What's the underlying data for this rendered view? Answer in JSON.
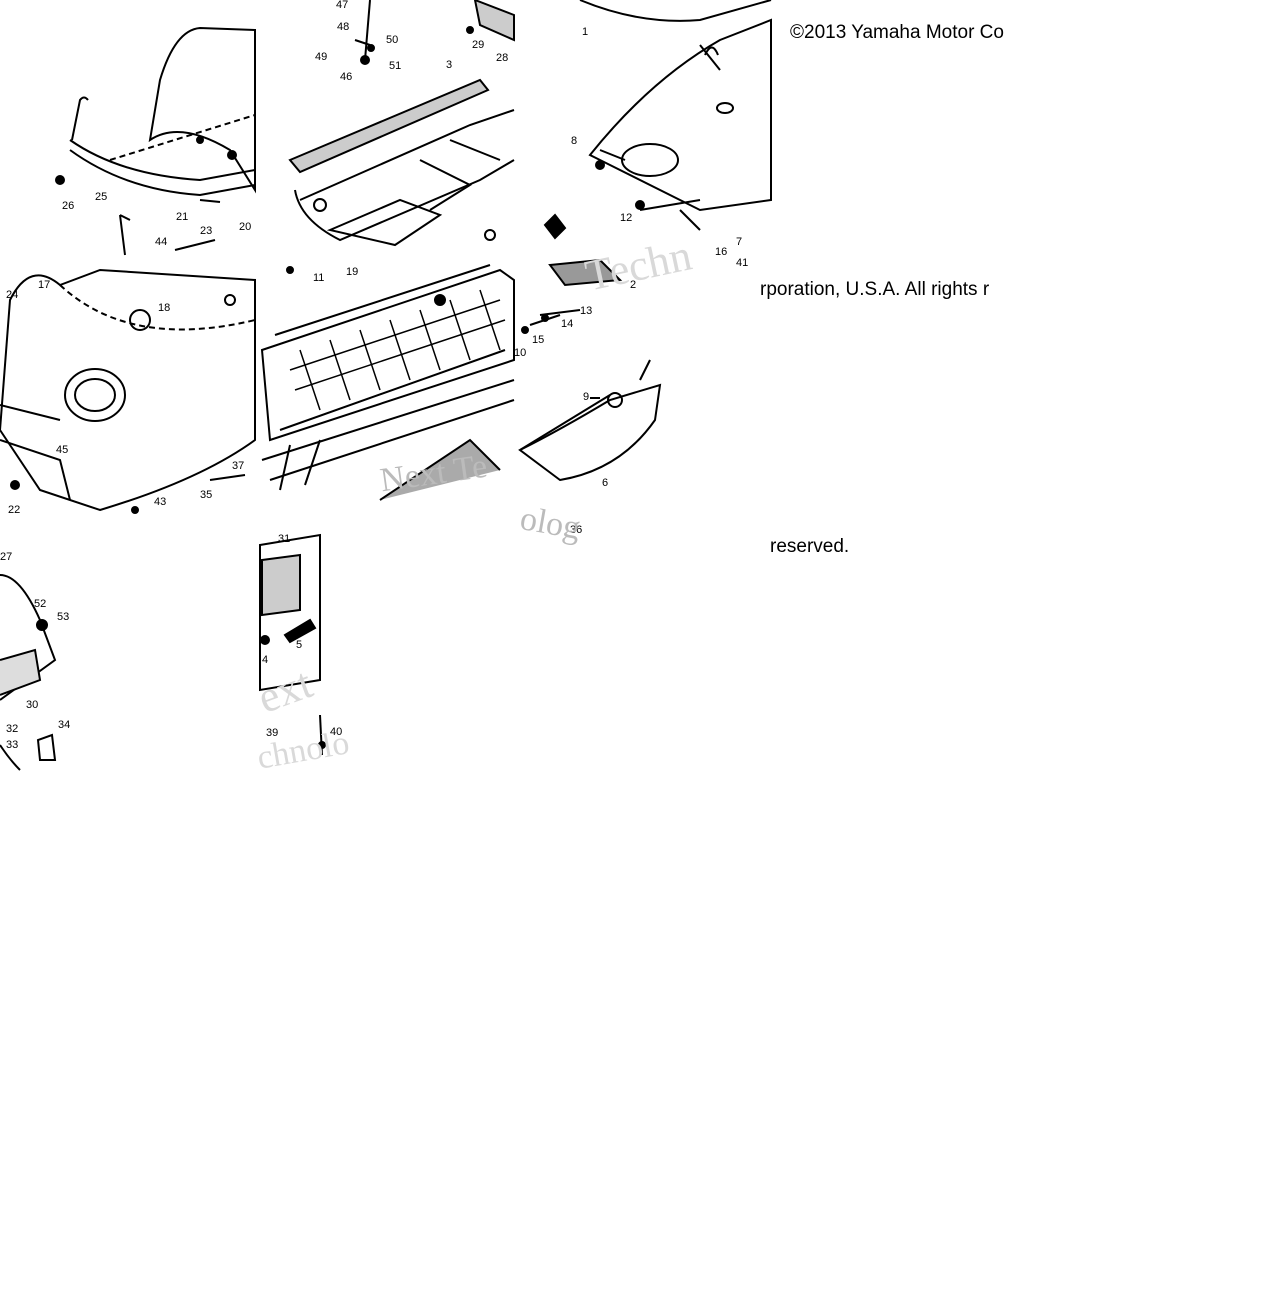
{
  "copyright": {
    "line1": "©2013 Yamaha Motor Co",
    "line2": "rporation, U.S.A. All rights r",
    "line3": "reserved."
  },
  "watermark": {
    "a": "Techn",
    "b": "Next Te",
    "c": "ext",
    "d": "chnolo",
    "e": "olog"
  },
  "callouts": [
    "1",
    "2",
    "3",
    "4",
    "5",
    "6",
    "7",
    "8",
    "9",
    "10",
    "11",
    "12",
    "13",
    "14",
    "15",
    "16",
    "17",
    "18",
    "19",
    "20",
    "21",
    "22",
    "23",
    "24",
    "25",
    "26",
    "27",
    "28",
    "29",
    "30",
    "31",
    "32",
    "33",
    "34",
    "35",
    "36",
    "37",
    "39",
    "40",
    "41",
    "43",
    "44",
    "45",
    "46",
    "47",
    "48",
    "49",
    "50",
    "51",
    "52",
    "53"
  ],
  "colors": {
    "ink": "#000000",
    "background": "#ffffff",
    "watermark": "#d9d9d9"
  }
}
